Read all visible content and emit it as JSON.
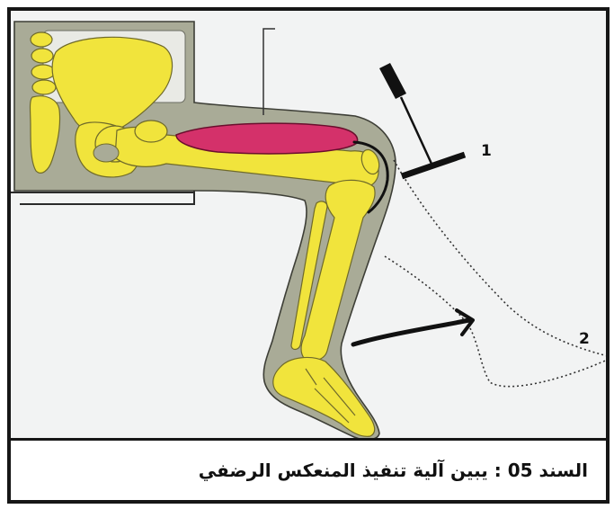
{
  "figure": {
    "labels": {
      "hammer": "1",
      "extended_leg": "2"
    }
  },
  "caption": {
    "text": "السند 05 : يبين آلية تنفيذ المنعكس الرضفي"
  },
  "colors": {
    "bone": "#f1e43c",
    "muscle": "#d4316a",
    "skin": "#a9ab97",
    "background": "#f2f3f3"
  }
}
